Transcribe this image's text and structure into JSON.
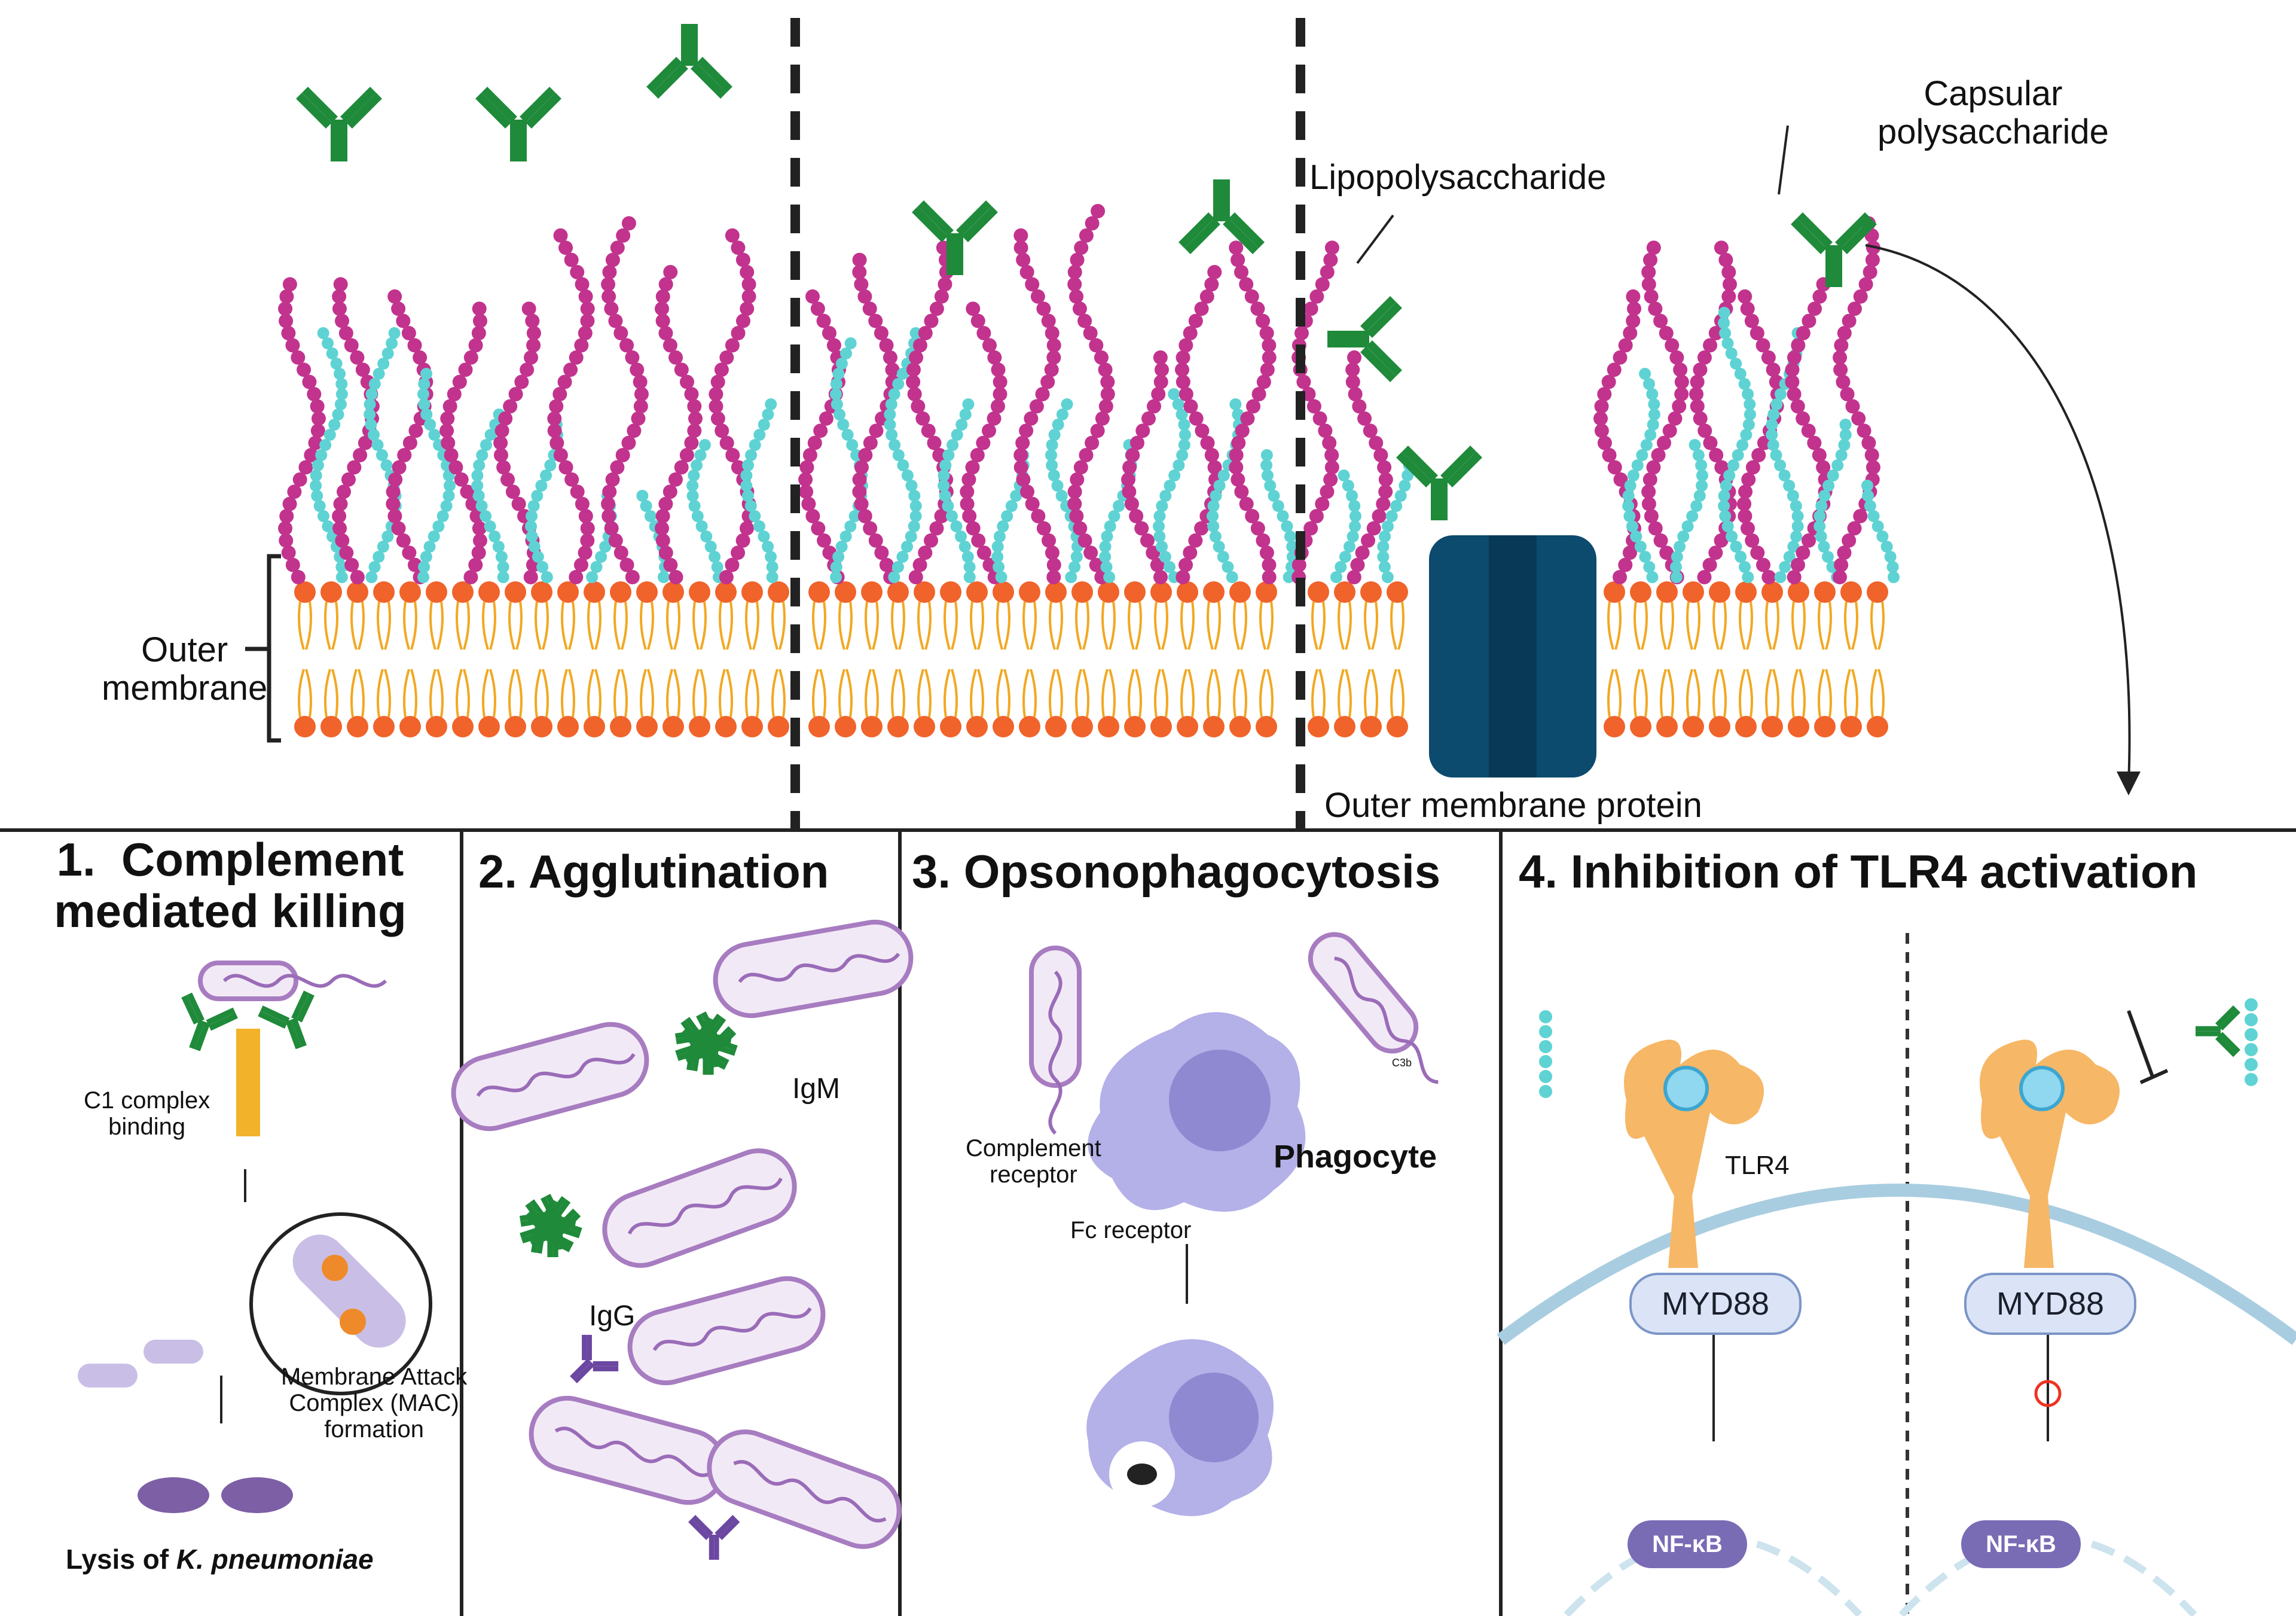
{
  "top": {
    "lipopolysaccharide_label": "Lipopolysaccharide",
    "capsular_label": "Capsular\npolysaccharide",
    "outer_membrane_label": "Outer\nmembrane",
    "omp_label": "Outer membrane protein"
  },
  "panels": [
    {
      "title": "1.  Complement\nmediated killing",
      "labels": {
        "c1": "C1 complex\nbinding",
        "mac": "Membrane Attack\nComplex (MAC)\nformation",
        "lysis_prefix": "Lysis of ",
        "lysis_species": "K. pneumoniae"
      }
    },
    {
      "title": "2. Agglutination",
      "labels": {
        "igm": "IgM",
        "igg": "IgG"
      }
    },
    {
      "title": "3. Opsonophagocytosis",
      "labels": {
        "complement_receptor": "Complement\nreceptor",
        "fc_receptor": "Fc receptor",
        "phagocyte": "Phagocyte",
        "c3b": "C3b"
      }
    },
    {
      "title": "4. Inhibition of TLR4 activation",
      "labels": {
        "tlr4": "TLR4",
        "myd88_left": "MYD88",
        "myd88_right": "MYD88",
        "nfkb_left": "NF-κB",
        "nfkb_right": "NF-κB"
      }
    }
  ],
  "colors": {
    "capsule": "#c2338e",
    "lps": "#5fd3d3",
    "antibody": "#1f8a3a",
    "lipid_head": "#f0632a",
    "lipid_tail": "#f2a822",
    "omp": "#0c4a6e",
    "bacterium": "#a77cc0",
    "phagocyte": "#b4b0e8",
    "tlr4": "#f6b766"
  },
  "icons": [
    "antibody-icon",
    "bacterium-icon",
    "phagocyte-icon",
    "tlr4-receptor-icon",
    "c1-complex-icon",
    "mac-pore-icon"
  ]
}
